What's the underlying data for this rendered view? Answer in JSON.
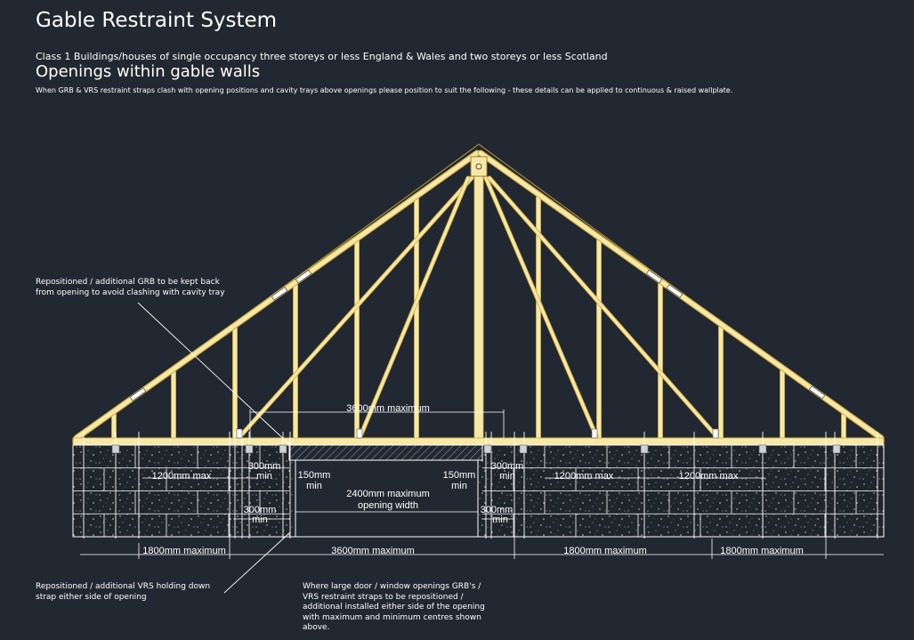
{
  "title": "Gable Restraint System",
  "subtitle": "Class 1 Buildings/houses of single occupancy three storeys or less England & Wales and two storeys or less Scotland",
  "heading": "Openings within gable walls",
  "note": "When GRB & VRS restraint straps clash with opening positions and cavity trays above openings please position to suit the following - these details can be applied to continuous & raised wallplate.",
  "annotations": {
    "grb": "Repositioned / additional GRB to be kept back from opening to avoid clashing with cavity tray",
    "vrs": "Repositioned / additional VRS holding down strap either side of opening",
    "large": "Where large door / window openings GRB's / VRS restraint straps to be repositioned / additional installed either side of the opening with maximum and minimum centres shown above."
  },
  "dimensions": {
    "top_span": "3600mm maximum",
    "min_300_left_upper": "300mm",
    "min_300_left_upper_sub": "min",
    "min_150_left": "150mm",
    "min_150_left_sub": "min",
    "min_150_right": "150mm",
    "min_150_right_sub": "min",
    "min_300_right_upper": "300mm",
    "min_300_right_upper_sub": "min",
    "grb_1200_left": "1200mm max",
    "grb_1200_right_a": "1200mm max",
    "grb_1200_right_b": "1200mm max",
    "opening_width": "2400mm maximum",
    "opening_width_sub": "opening width",
    "min_300_left_lower": "300mm",
    "min_300_left_lower_sub": "min",
    "min_300_right_lower": "300mm",
    "min_300_right_lower_sub": "min",
    "bottom_1800_left": "1800mm maximum",
    "bottom_3600": "3600mm maximum",
    "bottom_1800_right_a": "1800mm maximum",
    "bottom_1800_right_b": "1800mm maximum"
  },
  "colors": {
    "background": "#222831",
    "timber": "#f6e9a8",
    "timber_edge": "#d8b24a",
    "outline": "#b89a3a",
    "blockwork": "#20242b",
    "lines": "#ffffff"
  }
}
